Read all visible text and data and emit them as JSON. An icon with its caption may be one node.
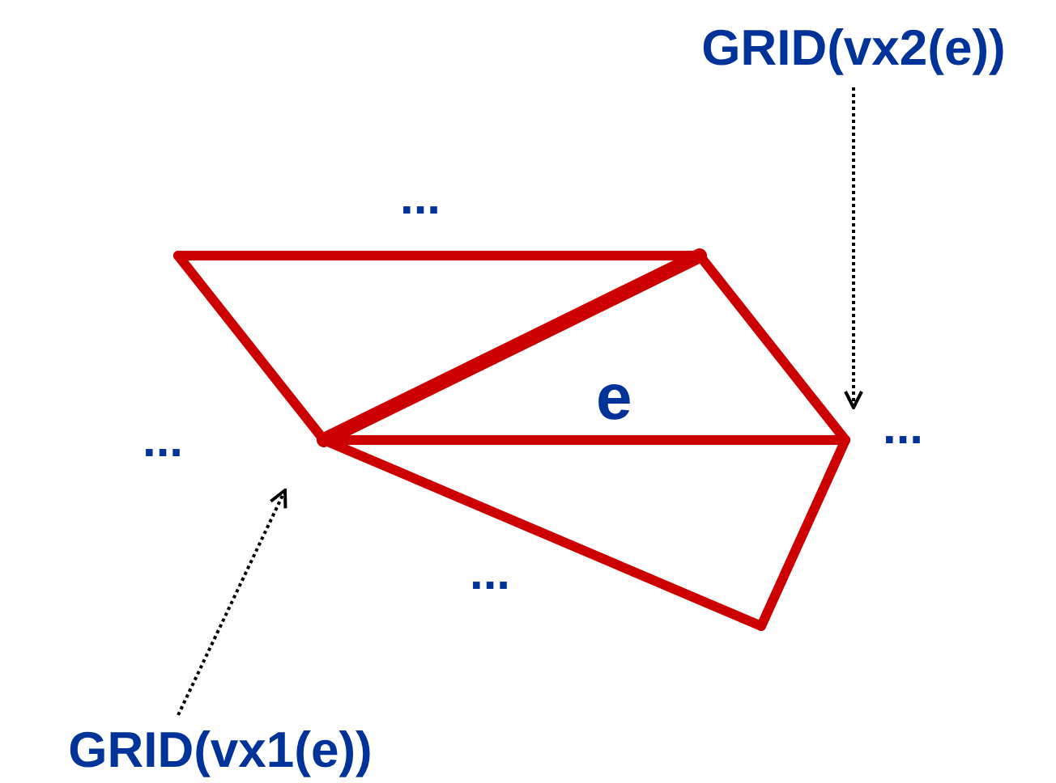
{
  "diagram": {
    "nodes": [
      {
        "text": [
          "GRID(vx2(e))"
        ]
      },
      {
        "text": [
          "GRID(vx1(e))"
        ]
      }
    ],
    "edges": [
      {
        "from": 0,
        "to": null,
        "arrow": "to",
        "style": "dashed"
      },
      {
        "from": 1,
        "to": null,
        "arrow": "to",
        "style": "dashed"
      }
    ],
    "labels": [
      "...",
      "...",
      "e",
      "...",
      "..."
    ]
  }
}
